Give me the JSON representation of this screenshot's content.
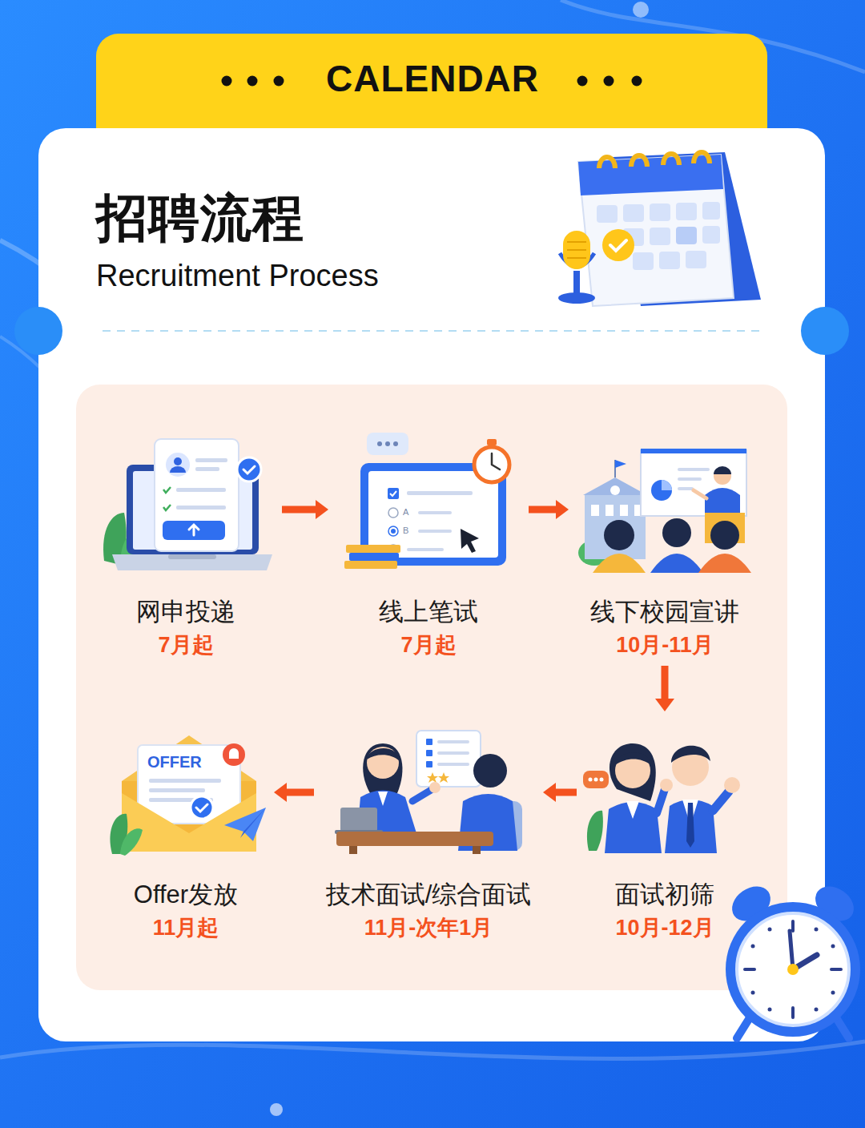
{
  "diagram": {
    "title": "招聘流程",
    "nodes": [
      {
        "text": [
          "网申投递",
          "7月起"
        ]
      },
      {
        "text": [
          "线上笔试",
          "7月起"
        ]
      },
      {
        "text": [
          "线下校园宣讲",
          "10月-11月"
        ]
      },
      {
        "text": [
          "面试初筛",
          "10月-12月"
        ]
      },
      {
        "text": [
          "技术面试/综合面试",
          "11月-次年1月"
        ]
      },
      {
        "text": [
          "Offer发放",
          "11月起"
        ]
      }
    ],
    "edges": [
      {
        "from": 0,
        "to": 1,
        "arrow": "to"
      },
      {
        "from": 1,
        "to": 2,
        "arrow": "to"
      },
      {
        "from": 2,
        "to": 3,
        "arrow": "to"
      },
      {
        "from": 3,
        "to": 4,
        "arrow": "to"
      },
      {
        "from": 4,
        "to": 5,
        "arrow": "to"
      }
    ],
    "labels": [
      "CALENDAR",
      "Recruitment Process",
      "A",
      "B",
      "OFFER"
    ]
  }
}
